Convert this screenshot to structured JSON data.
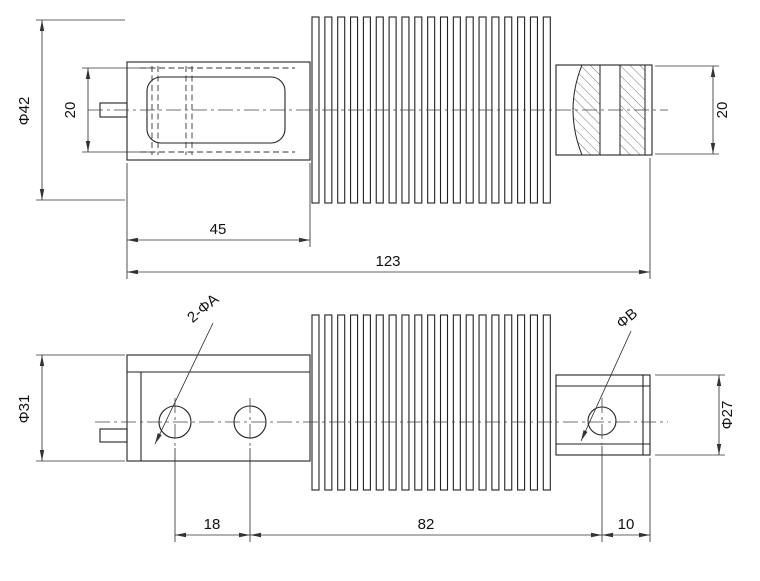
{
  "drawing": {
    "type": "mechanical-part-two-views",
    "background": "#ffffff",
    "line_color": "#222222"
  },
  "views": {
    "top": {
      "dims": {
        "dia": "Φ42",
        "bore": "20",
        "end": "20",
        "block": "45",
        "total": "123"
      }
    },
    "bottom": {
      "dims": {
        "dia_left": "Φ31",
        "dia_right": "Φ27",
        "holes": "2-ΦA",
        "hole_b": "ΦB",
        "pitch": "18",
        "span": "82",
        "edge": "10"
      }
    }
  }
}
